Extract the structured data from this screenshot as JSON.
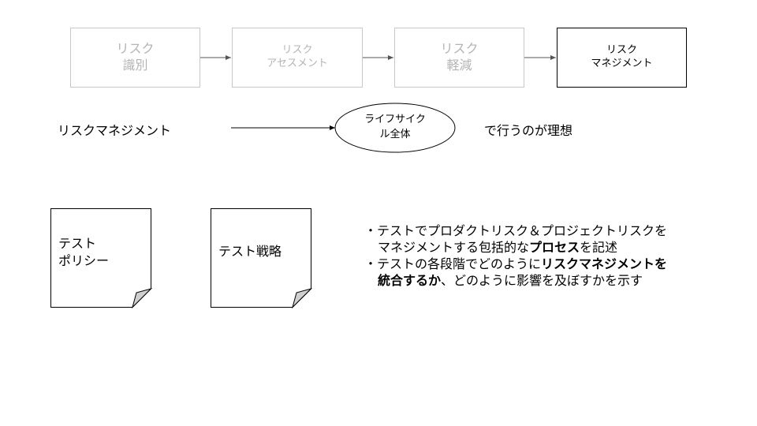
{
  "lifecycle_steps": [
    {
      "line1": "リスク",
      "line2": "識別",
      "active": false
    },
    {
      "line1": "リスク",
      "line2": "アセスメント",
      "active": false
    },
    {
      "line1": "リスク",
      "line2": "軽減",
      "active": false
    },
    {
      "line1": "リスク",
      "line2": "マネジメント",
      "active": true
    }
  ],
  "ideal": {
    "left_text": "リスクマネジメント",
    "ellipse_line1": "ライフサイク",
    "ellipse_line2": "ル全体",
    "right_text": "で行うのが理想"
  },
  "documents": {
    "policy": {
      "line1": "テスト",
      "line2": "ポリシー"
    },
    "strategy": {
      "line1": "テスト戦略"
    }
  },
  "description": {
    "b1_a": "・テストでプロダクトリスク＆プロジェクトリスクを",
    "b1_b_pre": "マネジメントする包括的な",
    "b1_b_bold": "プロセス",
    "b1_b_post": "を記述",
    "b2_a_pre": "・テストの各段階でどのように",
    "b2_a_bold": "リスクマネジメントを",
    "b2_b_bold": "統合するか",
    "b2_b_post": "、どのように影響を及ぼすかを示す"
  }
}
